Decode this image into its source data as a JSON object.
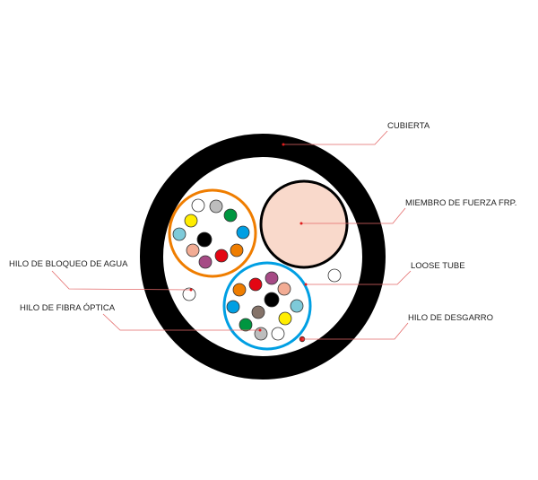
{
  "labels": {
    "cubierta": "CUBIERTA",
    "frp": "MIEMBRO DE FUERZA FRP.",
    "loose_tube": "LOOSE TUBE",
    "desgarro": "HILO DE DESGARRO",
    "bloqueo": "HILO DE BLOQUEO DE AGUA",
    "fibra": "HILO DE FIBRA ÓPTICA"
  },
  "colors": {
    "jacket": "#000000",
    "frp": "#f9d9cb",
    "tube_1": "#ef7d00",
    "tube_2": "#009fe3",
    "leader": "#e36a6a"
  },
  "fiber_colors": [
    "#ffffff",
    "#bdbdbd",
    "#009640",
    "#009fe3",
    "#ef7d00",
    "#e30613",
    "#a64a85",
    "#f2ac94",
    "#7ecad9",
    "#ffed00",
    "#000000",
    "#857369"
  ]
}
